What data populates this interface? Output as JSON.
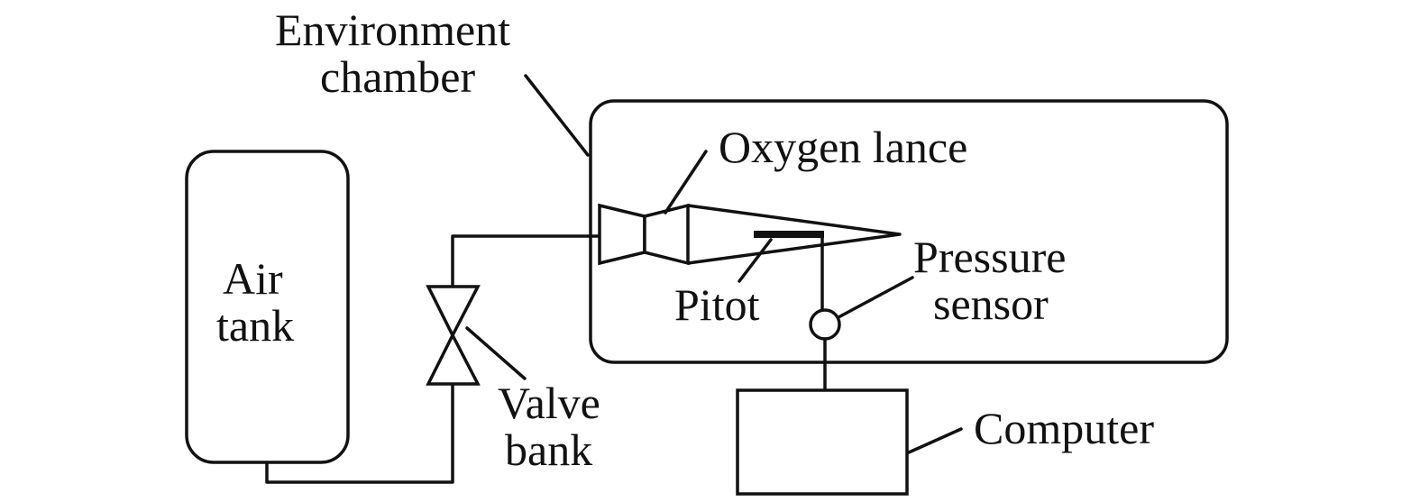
{
  "labels": {
    "environment_chamber_line1": "Environment",
    "environment_chamber_line2": "chamber",
    "oxygen_lance": "Oxygen lance",
    "air_tank_line1": "Air",
    "air_tank_line2": "tank",
    "pitot": "Pitot",
    "pressure_sensor_line1": "Pressure",
    "pressure_sensor_line2": "sensor",
    "valve_bank_line1": "Valve",
    "valve_bank_line2": "bank",
    "computer": "Computer"
  }
}
